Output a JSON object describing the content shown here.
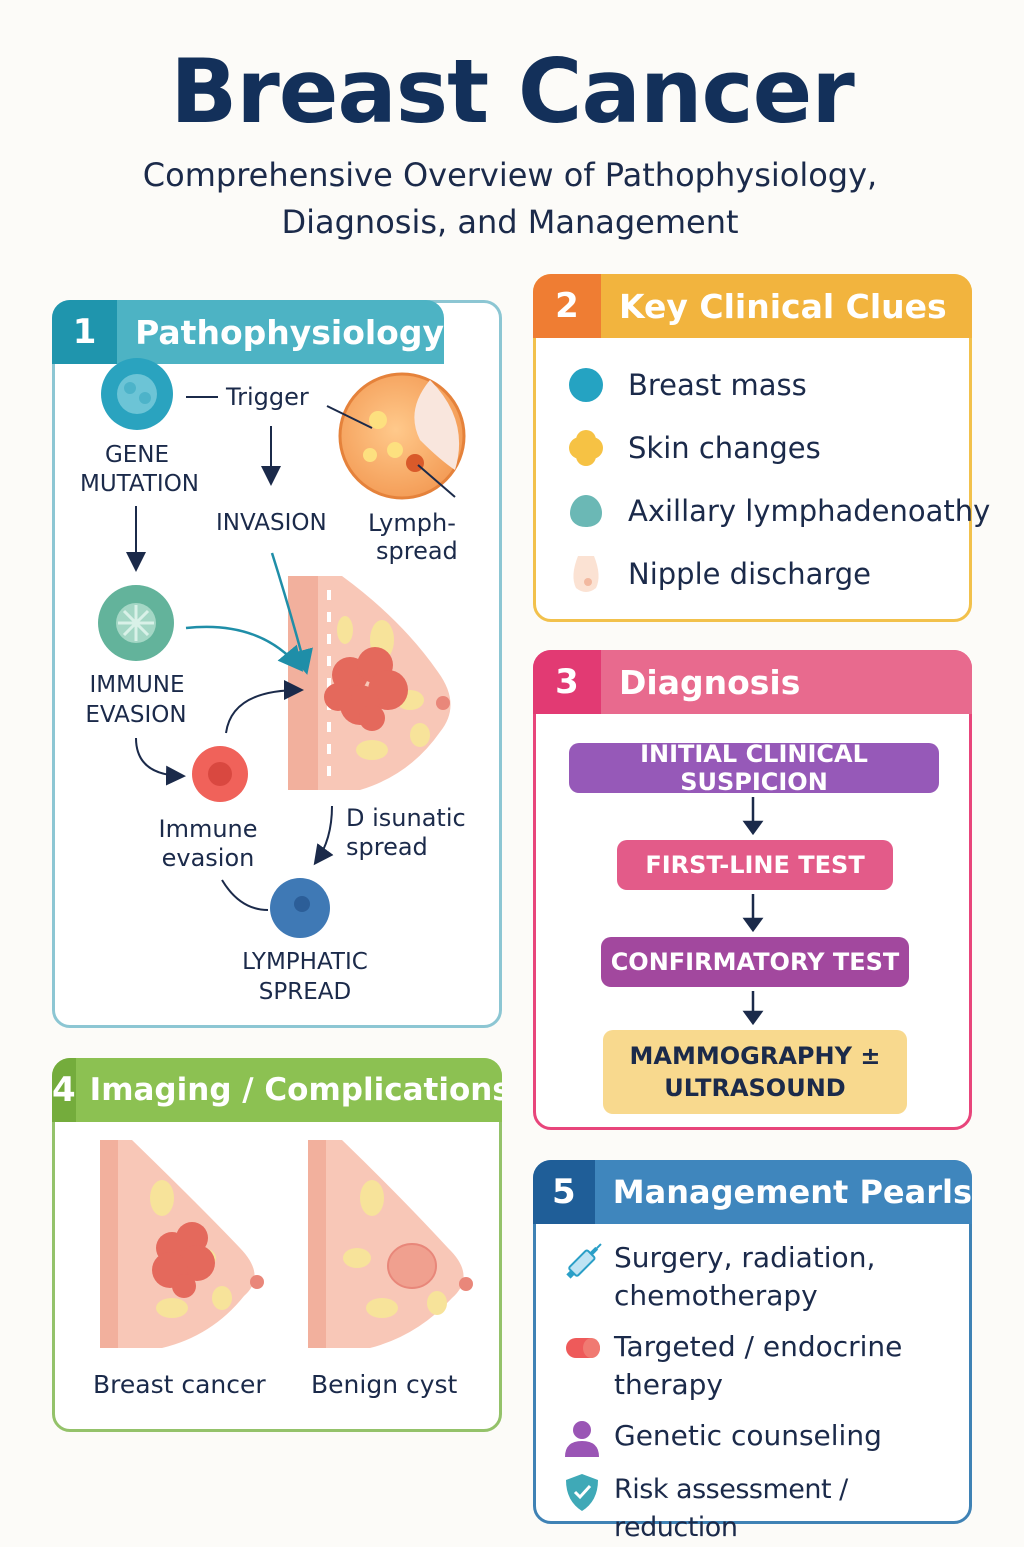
{
  "header": {
    "title": "Breast Cancer",
    "subtitle_line1": "Comprehensive Overview of Pathophysiology,",
    "subtitle_line2": "Diagnosis, and Management"
  },
  "colors": {
    "teal": "#2a9fb6",
    "orange": "#f08c2e",
    "yellow": "#f2c14c",
    "pink": "#e8457b",
    "green": "#7fb847",
    "blue": "#2a72a8",
    "purple": "#8e4fb0"
  },
  "panel1": {
    "num": "1",
    "title": "Pathophysiology",
    "labels": {
      "trigger": "Trigger",
      "gene_line1": "GENE",
      "gene_line2": "MUTATION",
      "invasion": "INVASION",
      "lymph_line1": "Lymph-",
      "lymph_line2": "spread",
      "immune_caps_line1": "IMMUNE",
      "immune_caps_line2": "EVASION",
      "immune_line1": "Immune",
      "immune_line2": "evasion",
      "dis_line1": "D isunatic",
      "dis_line2": "spread",
      "lymphatic_line1": "LYMPHATIC",
      "lymphatic_line2": "SPREAD"
    }
  },
  "panel2": {
    "num": "2",
    "title": "Key Clinical Clues",
    "items": [
      {
        "label": "Breast mass",
        "icon": "teal-dot-icon"
      },
      {
        "label": "Skin changes",
        "icon": "yellow-blob-icon"
      },
      {
        "label": "Axillary lymphadenoathy",
        "icon": "teal-blob-icon"
      },
      {
        "label": "Nipple discharge",
        "icon": "nipple-icon"
      }
    ]
  },
  "panel3": {
    "num": "3",
    "title": "Diagnosis",
    "steps": [
      "INITIAL CLINICAL SUSPICION",
      "FIRST-LINE TEST",
      "CONFIRMATORY TEST"
    ],
    "final_line1": "MAMMOGRAPHY ±",
    "final_line2": "ULTRASOUND"
  },
  "panel4": {
    "num": "4",
    "title": "Imaging / Complications",
    "captions": [
      "Breast cancer",
      "Benign cyst"
    ]
  },
  "panel5": {
    "num": "5",
    "title": "Management Pearls",
    "items": [
      {
        "line1": "Surgery, radiation,",
        "line2": "chemotherapy",
        "icon": "syringe-icon"
      },
      {
        "line1": "Targeted / endocrine",
        "line2": "therapy",
        "icon": "pill-icon"
      },
      {
        "line1": "Genetic counseling",
        "line2": "",
        "icon": "person-icon"
      },
      {
        "line1": "Risk assessment / reduction",
        "line2": "",
        "icon": "shield-icon"
      }
    ]
  }
}
